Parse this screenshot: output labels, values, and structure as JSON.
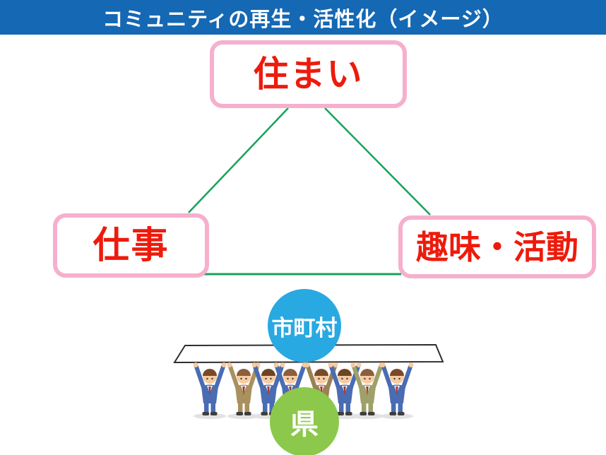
{
  "header": {
    "title": "コミュニティの再生・活性化（イメージ）",
    "bg_color": "#1568B3",
    "text_color": "#FFFFFF"
  },
  "boxes": {
    "border_color": "#F6AFCC",
    "text_color": "#ED1B0C",
    "housing": {
      "label": "住まい"
    },
    "work": {
      "label": "仕事"
    },
    "hobby": {
      "label": "趣味・活動"
    }
  },
  "triangle": {
    "line_color": "#17A25A"
  },
  "circles": {
    "municipality": {
      "label": "市町村",
      "bg_color": "#29A9E1",
      "text_color": "#FFFFFF"
    },
    "prefecture": {
      "label": "県",
      "bg_color": "#8CC84B",
      "text_color": "#FFFFFF"
    }
  },
  "illustration": {
    "people_count": 8,
    "board_fill": "#FFFFFF",
    "board_stroke": "#2F2F2F",
    "palette": {
      "suit_blue": "#4A6CB3",
      "suit_tan": "#A8915F",
      "suit_brown": "#9C8054",
      "suit_olive": "#9FA06A",
      "skin": "#F7CBA0",
      "shadow": "#E2E2E2",
      "shoe": "#3E3E3E",
      "tie": "#A93226"
    }
  }
}
